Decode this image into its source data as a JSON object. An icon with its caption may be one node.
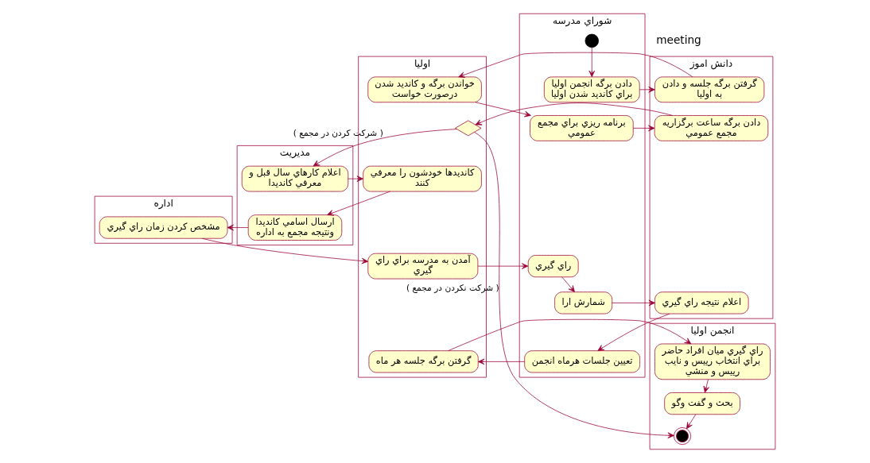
{
  "diagram": {
    "nodes": [
      {
        "text": [
          "مديريت"
        ]
      },
      {
        "text": [
          "شوراي مدرسه"
        ]
      },
      {
        "text": [
          "دانش اموز"
        ]
      },
      {
        "text": [
          "اوليا"
        ]
      },
      {
        "text": [
          "اداره"
        ]
      },
      {
        "text": [
          "انجمن اوليا"
        ]
      },
      {
        "text": [],
        "shape": "circle",
        "in": 1
      },
      {
        "text": [
          "دادن برگه انجمن اوليا براي كانديد شدن اوليا"
        ],
        "in": 1
      },
      {
        "text": [
          "گرفتن برگه جلسه و دادن به اوليا"
        ],
        "in": 2
      },
      {
        "text": [
          "خواندن برگه و كانديد شدن درصورت خواست"
        ],
        "in": 3
      },
      {
        "text": [
          "برنامه ريزي براي مجمع عمومي"
        ],
        "in": 1
      },
      {
        "text": [
          "دادن برگه ساعت برگزاريه مجمع عمومي"
        ],
        "in": 2
      },
      {
        "text": [],
        "shape": "diamond",
        "in": 3
      },
      {
        "text": [
          "اعلام كارهاي سال قبل و معرفي كانديدا"
        ],
        "in": 0
      },
      {
        "text": [
          "كانديدها خودشون را معرفي كنند"
        ],
        "in": 3
      },
      {
        "text": [
          "ارسال اسامي كانديدا ونتيجه مجمع به اداره"
        ],
        "in": 0
      },
      {
        "text": [
          "مشخص كردن زمان راي گيري"
        ],
        "in": 4
      },
      {
        "text": [
          "آمدن به مدرسه براي راي گيري"
        ],
        "in": 3
      },
      {
        "text": [
          "راي گيري"
        ],
        "in": 1
      },
      {
        "text": [
          "شمارش ارا"
        ],
        "in": 1
      },
      {
        "text": [
          "اعلام نتيجه راي گيري"
        ],
        "in": 2
      },
      {
        "text": [
          "تعيين جلسات هرماه انجمن"
        ],
        "in": 1
      },
      {
        "text": [
          "گرفتن برگه جلسه هر ماه"
        ],
        "in": 3
      },
      {
        "text": [
          "راي گيري ميان افراد حاضر براي انتخاب رييس و نايب رييس و منشي"
        ],
        "in": 5
      },
      {
        "text": [
          "بحث و گفت وگو"
        ],
        "in": 5
      },
      {
        "text": [],
        "shape": "bullseye",
        "in": 5
      }
    ],
    "edges": [
      {
        "from": 6,
        "to": 7,
        "arrow": "to"
      },
      {
        "from": 7,
        "to": 8,
        "arrow": "to"
      },
      {
        "from": 8,
        "to": 9,
        "arrow": "to"
      },
      {
        "from": 9,
        "to": 10,
        "arrow": "to"
      },
      {
        "from": 10,
        "to": 11,
        "arrow": "to"
      },
      {
        "from": 11,
        "to": 12,
        "arrow": "to"
      },
      {
        "from": 12,
        "to": 13,
        "arrow": "to",
        "label": "( شركت كردن در مجمع )"
      },
      {
        "from": 13,
        "to": 14,
        "arrow": "to"
      },
      {
        "from": 14,
        "to": 15,
        "arrow": "to"
      },
      {
        "from": 15,
        "to": 16,
        "arrow": "to"
      },
      {
        "from": 16,
        "to": 17,
        "arrow": "to"
      },
      {
        "from": 17,
        "to": 18,
        "arrow": "to"
      },
      {
        "from": 18,
        "to": 19,
        "arrow": "to"
      },
      {
        "from": 19,
        "to": 20,
        "arrow": "to"
      },
      {
        "from": 20,
        "to": 21,
        "arrow": "to"
      },
      {
        "from": 21,
        "to": 22,
        "arrow": "to"
      },
      {
        "from": 22,
        "to": 23,
        "arrow": "to"
      },
      {
        "from": 23,
        "to": 24,
        "arrow": "to"
      },
      {
        "from": 24,
        "to": 25,
        "arrow": "to"
      },
      {
        "from": 12,
        "to": 25,
        "arrow": "to",
        "label": "( شركت نكردن در مجمع )"
      }
    ],
    "labels": [
      "meeting"
    ]
  }
}
